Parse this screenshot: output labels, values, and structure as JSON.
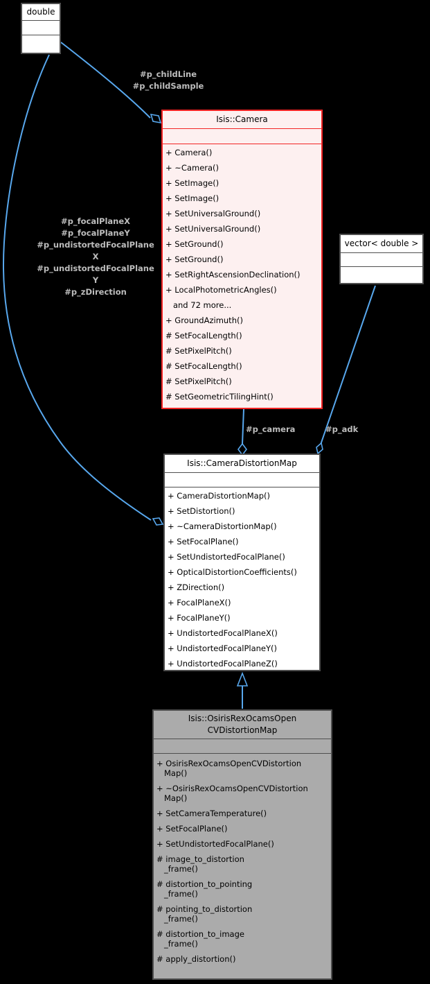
{
  "colors": {
    "background": "#000000",
    "edge": "#58a8ee",
    "edge_label": "#bdbdbd",
    "box_fill": "#ffffff",
    "box_border": "#4f4f4f",
    "highlight_fill": "#fdf0f0",
    "highlight_border": "#f22424",
    "selected_fill": "#ababab",
    "text": "#000000"
  },
  "classes": {
    "double": {
      "title": "double"
    },
    "vector": {
      "title": "vector< double >"
    },
    "camera": {
      "title": "Isis::Camera",
      "methods": [
        "+ Camera()",
        "+ ~Camera()",
        "+ SetImage()",
        "+ SetImage()",
        "+ SetUniversalGround()",
        "+ SetUniversalGround()",
        "+ SetGround()",
        "+ SetGround()",
        "+ SetRightAscensionDeclination()",
        "+ LocalPhotometricAngles()",
        "   and 72 more...",
        "+ GroundAzimuth()",
        "# SetFocalLength()",
        "# SetPixelPitch()",
        "# SetFocalLength()",
        "# SetPixelPitch()",
        "# SetGeometricTilingHint()"
      ]
    },
    "distortion_map": {
      "title": "Isis::CameraDistortionMap",
      "methods": [
        "+ CameraDistortionMap()",
        "+ SetDistortion()",
        "+ ~CameraDistortionMap()",
        "+ SetFocalPlane()",
        "+ SetUndistortedFocalPlane()",
        "+ OpticalDistortionCoefficients()",
        "+ ZDirection()",
        "+ FocalPlaneX()",
        "+ FocalPlaneY()",
        "+ UndistortedFocalPlaneX()",
        "+ UndistortedFocalPlaneY()",
        "+ UndistortedFocalPlaneZ()"
      ]
    },
    "osirisrex": {
      "title": "Isis::OsirisRexOcamsOpen\nCVDistortionMap",
      "methods": [
        "+ OsirisRexOcamsOpenCVDistortion\nMap()",
        "+ ~OsirisRexOcamsOpenCVDistortion\nMap()",
        "+ SetCameraTemperature()",
        "+ SetFocalPlane()",
        "+ SetUndistortedFocalPlane()",
        "# image_to_distortion\n_frame()",
        "# distortion_to_pointing\n_frame()",
        "# pointing_to_distortion\n_frame()",
        "# distortion_to_image\n_frame()",
        "# apply_distortion()"
      ]
    }
  },
  "edge_labels": {
    "child": "#p_childLine\n#p_childSample",
    "focal": "#p_focalPlaneX\n#p_focalPlaneY\n#p_undistortedFocalPlane\nX\n#p_undistortedFocalPlane\nY\n#p_zDirection",
    "camera": "#p_camera",
    "adk": "#p_adk"
  }
}
